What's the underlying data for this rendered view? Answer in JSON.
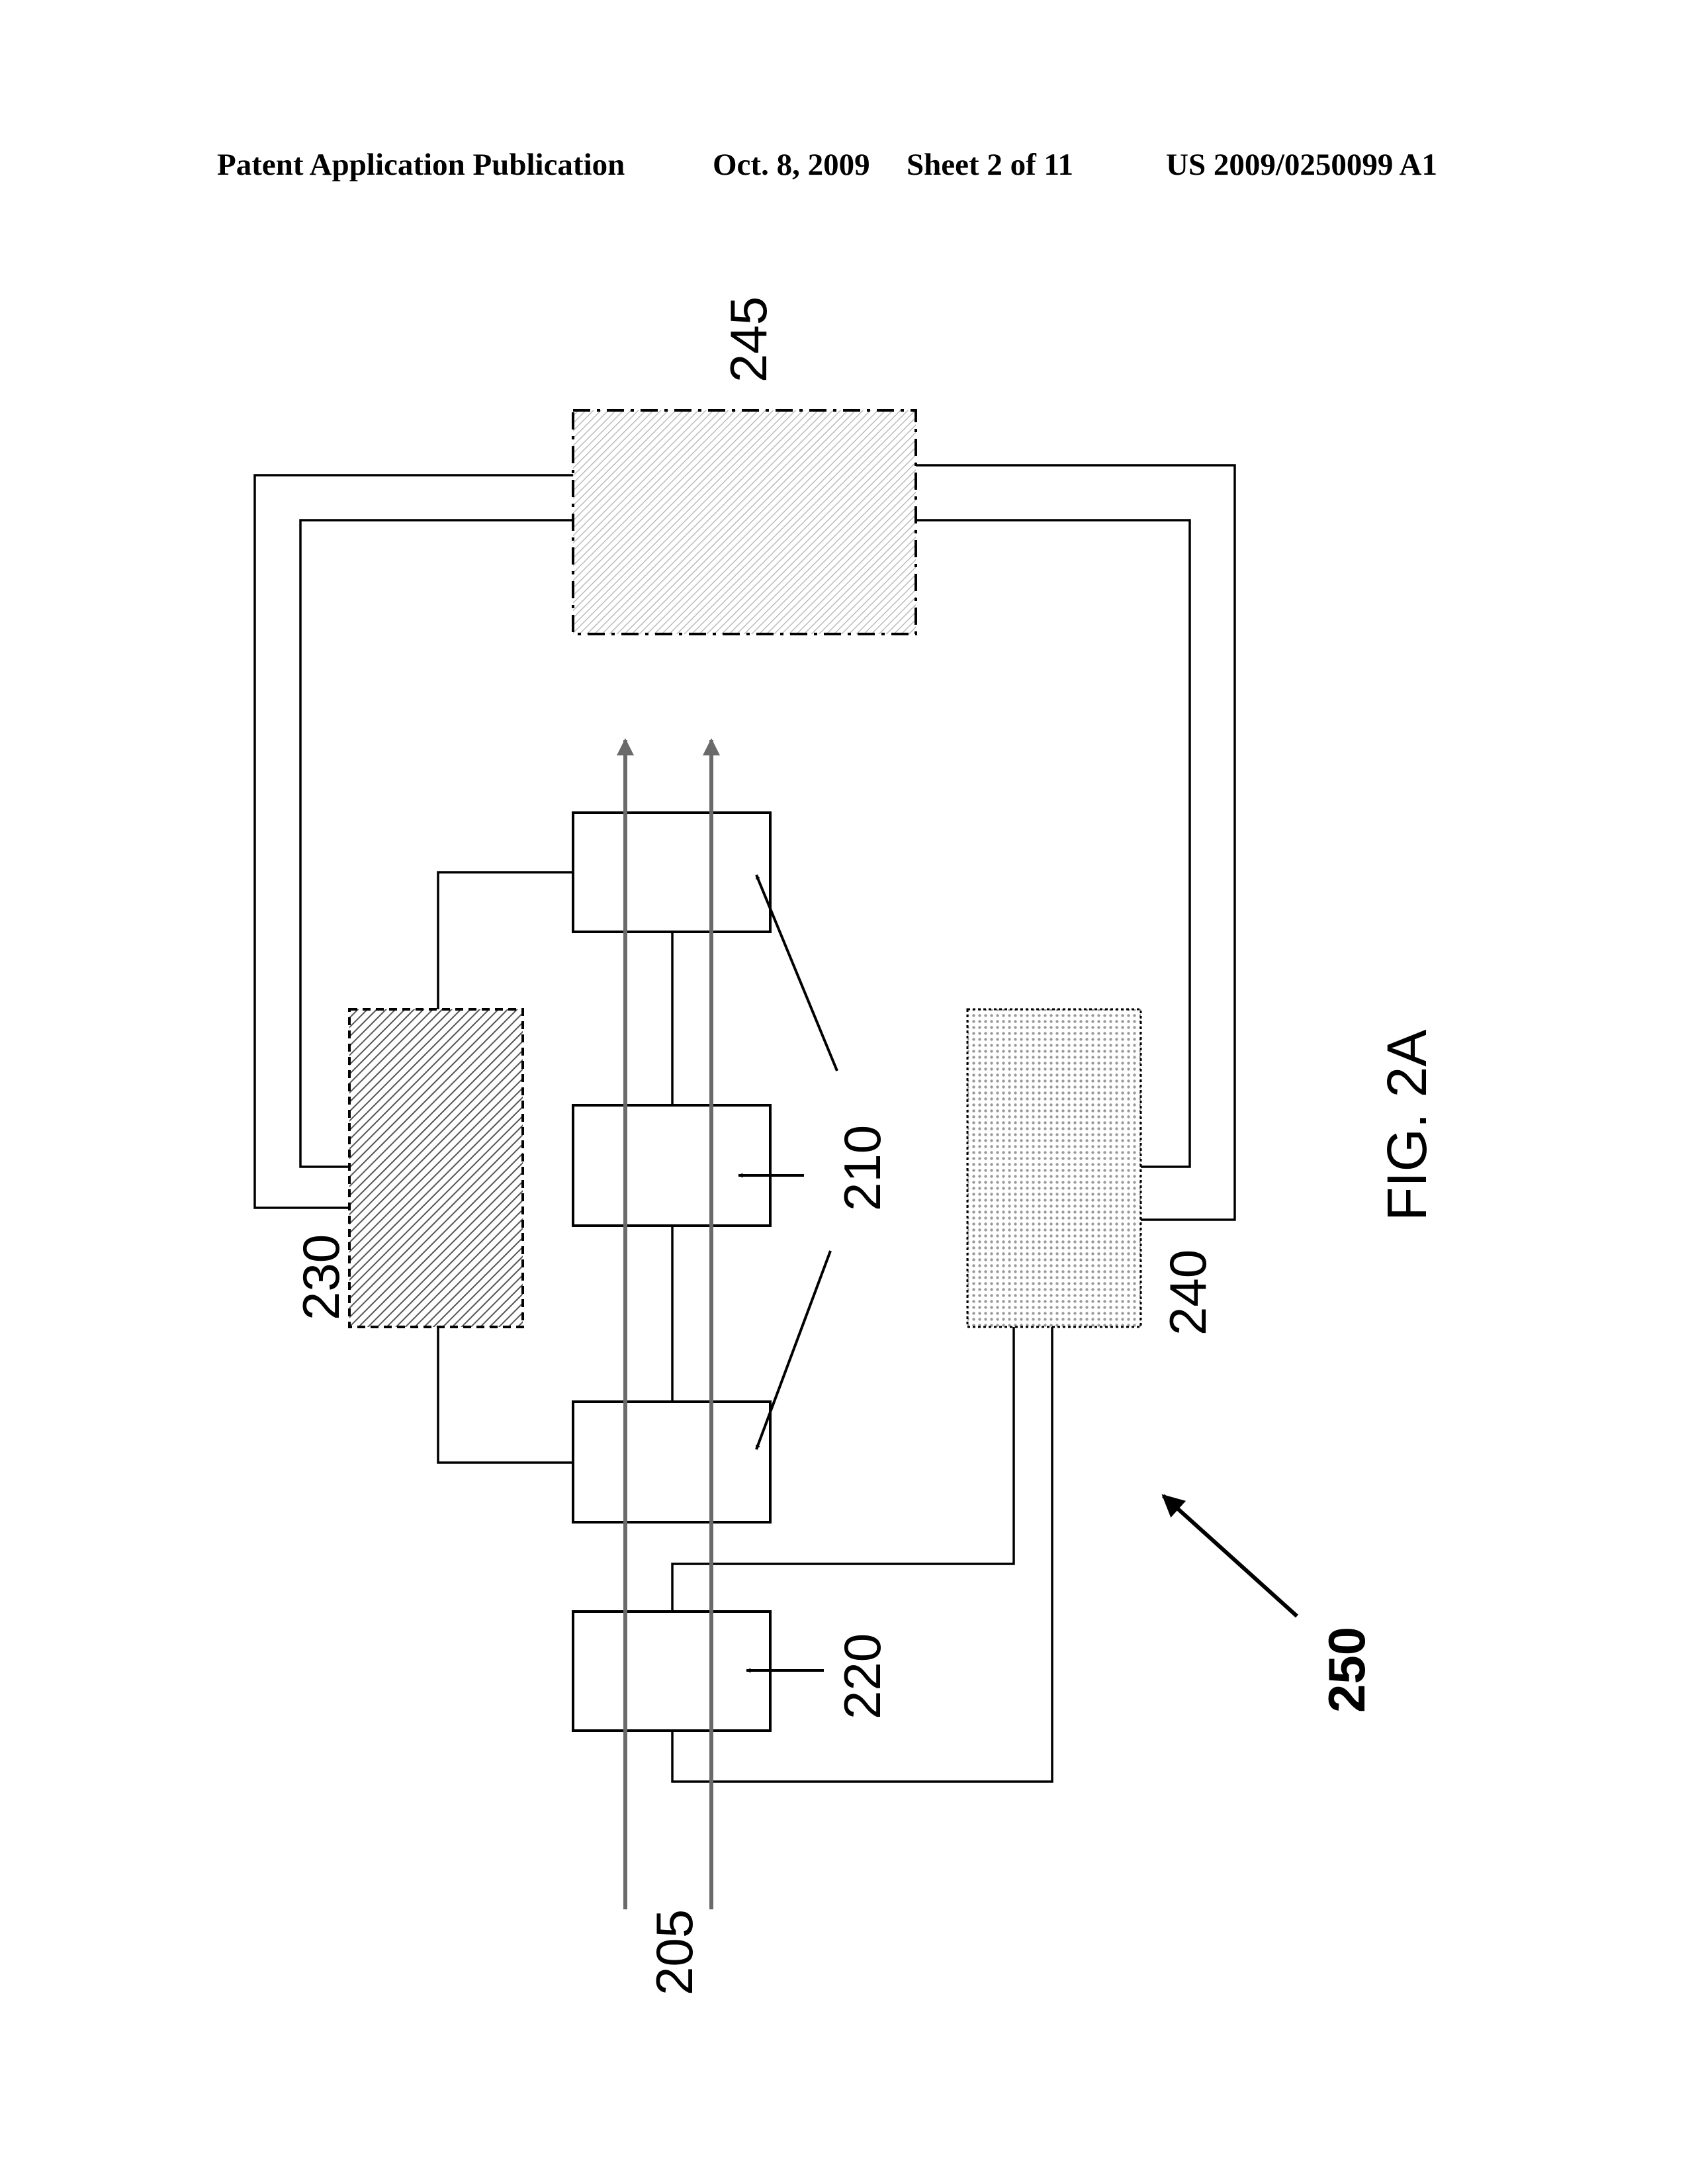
{
  "header": {
    "publication": "Patent Application Publication",
    "date": "Oct. 8, 2009",
    "sheet": "Sheet 2 of 11",
    "number": "US 2009/0250099 A1"
  },
  "figure": {
    "caption": "FIG. 2A",
    "labels": {
      "fiber": "205",
      "detectors": "210",
      "element_220": "220",
      "element_230": "230",
      "element_240": "240",
      "element_245": "245",
      "system": "250"
    }
  },
  "colors": {
    "ink": "#000000",
    "hatch_dense": "#555555",
    "hatch_light": "#aaaaaa",
    "dots": "#9a9a9a",
    "fiber_line": "#6a6a6a"
  }
}
